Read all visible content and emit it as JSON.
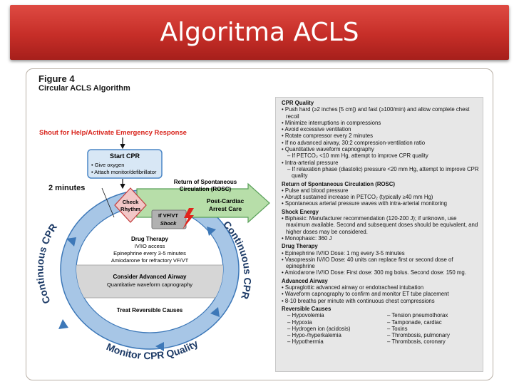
{
  "slide": {
    "title": "Algoritma ACLS"
  },
  "figure": {
    "number": "Figure 4",
    "caption": "Circular ACLS Algorithm"
  },
  "diagram": {
    "shout": "Shout for Help/Activate Emergency Response",
    "start_title": "Start CPR",
    "start_items": [
      "• Give oxygen",
      "• Attach monitor/defibrillator"
    ],
    "two_minutes": "2 minutes",
    "check_rhythm_1": "Check",
    "check_rhythm_2": "Rhythm",
    "rosc_1": "Return of Spontaneous",
    "rosc_2": "Circulation (ROSC)",
    "post_1": "Post-Cardiac",
    "post_2": "Arrest Care",
    "vfvt": "If VF/VT",
    "shock": "Shock",
    "drug_title": "Drug Therapy",
    "drug_1": "IV/IO access",
    "drug_2": "Epinephrine every 3-5 minutes",
    "drug_3": "Amiodarone for refractory VF/VT",
    "airway_title": "Consider Advanced Airway",
    "airway_1": "Quantitative waveform capnography",
    "causes_title": "Treat Reversible Causes",
    "ring_left": "Continuous CPR",
    "ring_right": "Continuous CPR",
    "ring_bottom": "Monitor CPR Quality"
  },
  "panel": {
    "cpr_quality": {
      "heading": "CPR Quality",
      "items": [
        {
          "t": "b",
          "text": "Push hard (≥2 inches [5 cm]) and fast (≥100/min) and allow complete chest recoil"
        },
        {
          "t": "b",
          "text": "Minimize interruptions in compressions"
        },
        {
          "t": "b",
          "text": "Avoid excessive ventilation"
        },
        {
          "t": "b",
          "text": "Rotate compressor every 2 minutes"
        },
        {
          "t": "b",
          "text": "If no advanced airway, 30:2 compression-ventilation ratio"
        },
        {
          "t": "b",
          "text": "Quantitative waveform capnography"
        },
        {
          "t": "d",
          "text": "If PETCO₂ <10 mm Hg, attempt to improve CPR quality"
        },
        {
          "t": "b",
          "text": "Intra-arterial pressure"
        },
        {
          "t": "d",
          "text": "If relaxation phase (diastolic) pressure <20 mm Hg, attempt to improve CPR quality"
        }
      ]
    },
    "rosc": {
      "heading": "Return of Spontaneous Circulation (ROSC)",
      "items": [
        {
          "t": "b",
          "text": "Pulse and blood pressure"
        },
        {
          "t": "b",
          "text": "Abrupt sustained increase in PETCO₂ (typically ≥40 mm Hg)"
        },
        {
          "t": "b",
          "text": "Spontaneous arterial pressure waves with intra-arterial monitoring"
        }
      ]
    },
    "shock_energy": {
      "heading": "Shock Energy",
      "items": [
        {
          "t": "b",
          "text": "Biphasic: Manufacturer recommendation (120-200 J); if unknown, use maximum available. Second and subsequent doses should be equivalent, and higher doses may be considered."
        },
        {
          "t": "b",
          "text": "Monophasic: 360 J"
        }
      ]
    },
    "drug_therapy": {
      "heading": "Drug Therapy",
      "items": [
        {
          "t": "b",
          "text": "Epinephrine IV/IO Dose: 1 mg every 3-5 minutes"
        },
        {
          "t": "b",
          "text": "Vasopressin IV/IO Dose: 40 units can replace first or second dose of epinephrine"
        },
        {
          "t": "b",
          "text": "Amiodarone IV/IO Dose: First dose: 300 mg bolus. Second dose: 150 mg."
        }
      ]
    },
    "advanced_airway": {
      "heading": "Advanced Airway",
      "items": [
        {
          "t": "b",
          "text": "Supraglottic advanced airway or endotracheal intubation"
        },
        {
          "t": "b",
          "text": "Waveform capnography to confirm and monitor ET tube placement"
        },
        {
          "t": "b",
          "text": "8-10 breaths per minute with continuous chest compressions"
        }
      ]
    },
    "reversible_causes": {
      "heading": "Reversible Causes",
      "left": [
        "Hypovolemia",
        "Hypoxia",
        "Hydrogen ion (acidosis)",
        "Hypo-/hyperkalemia",
        "Hypothermia"
      ],
      "right": [
        "Tension pneumothorax",
        "Tamponade, cardiac",
        "Toxins",
        "Thrombosis, pulmonary",
        "Thrombosis, coronary"
      ]
    }
  }
}
